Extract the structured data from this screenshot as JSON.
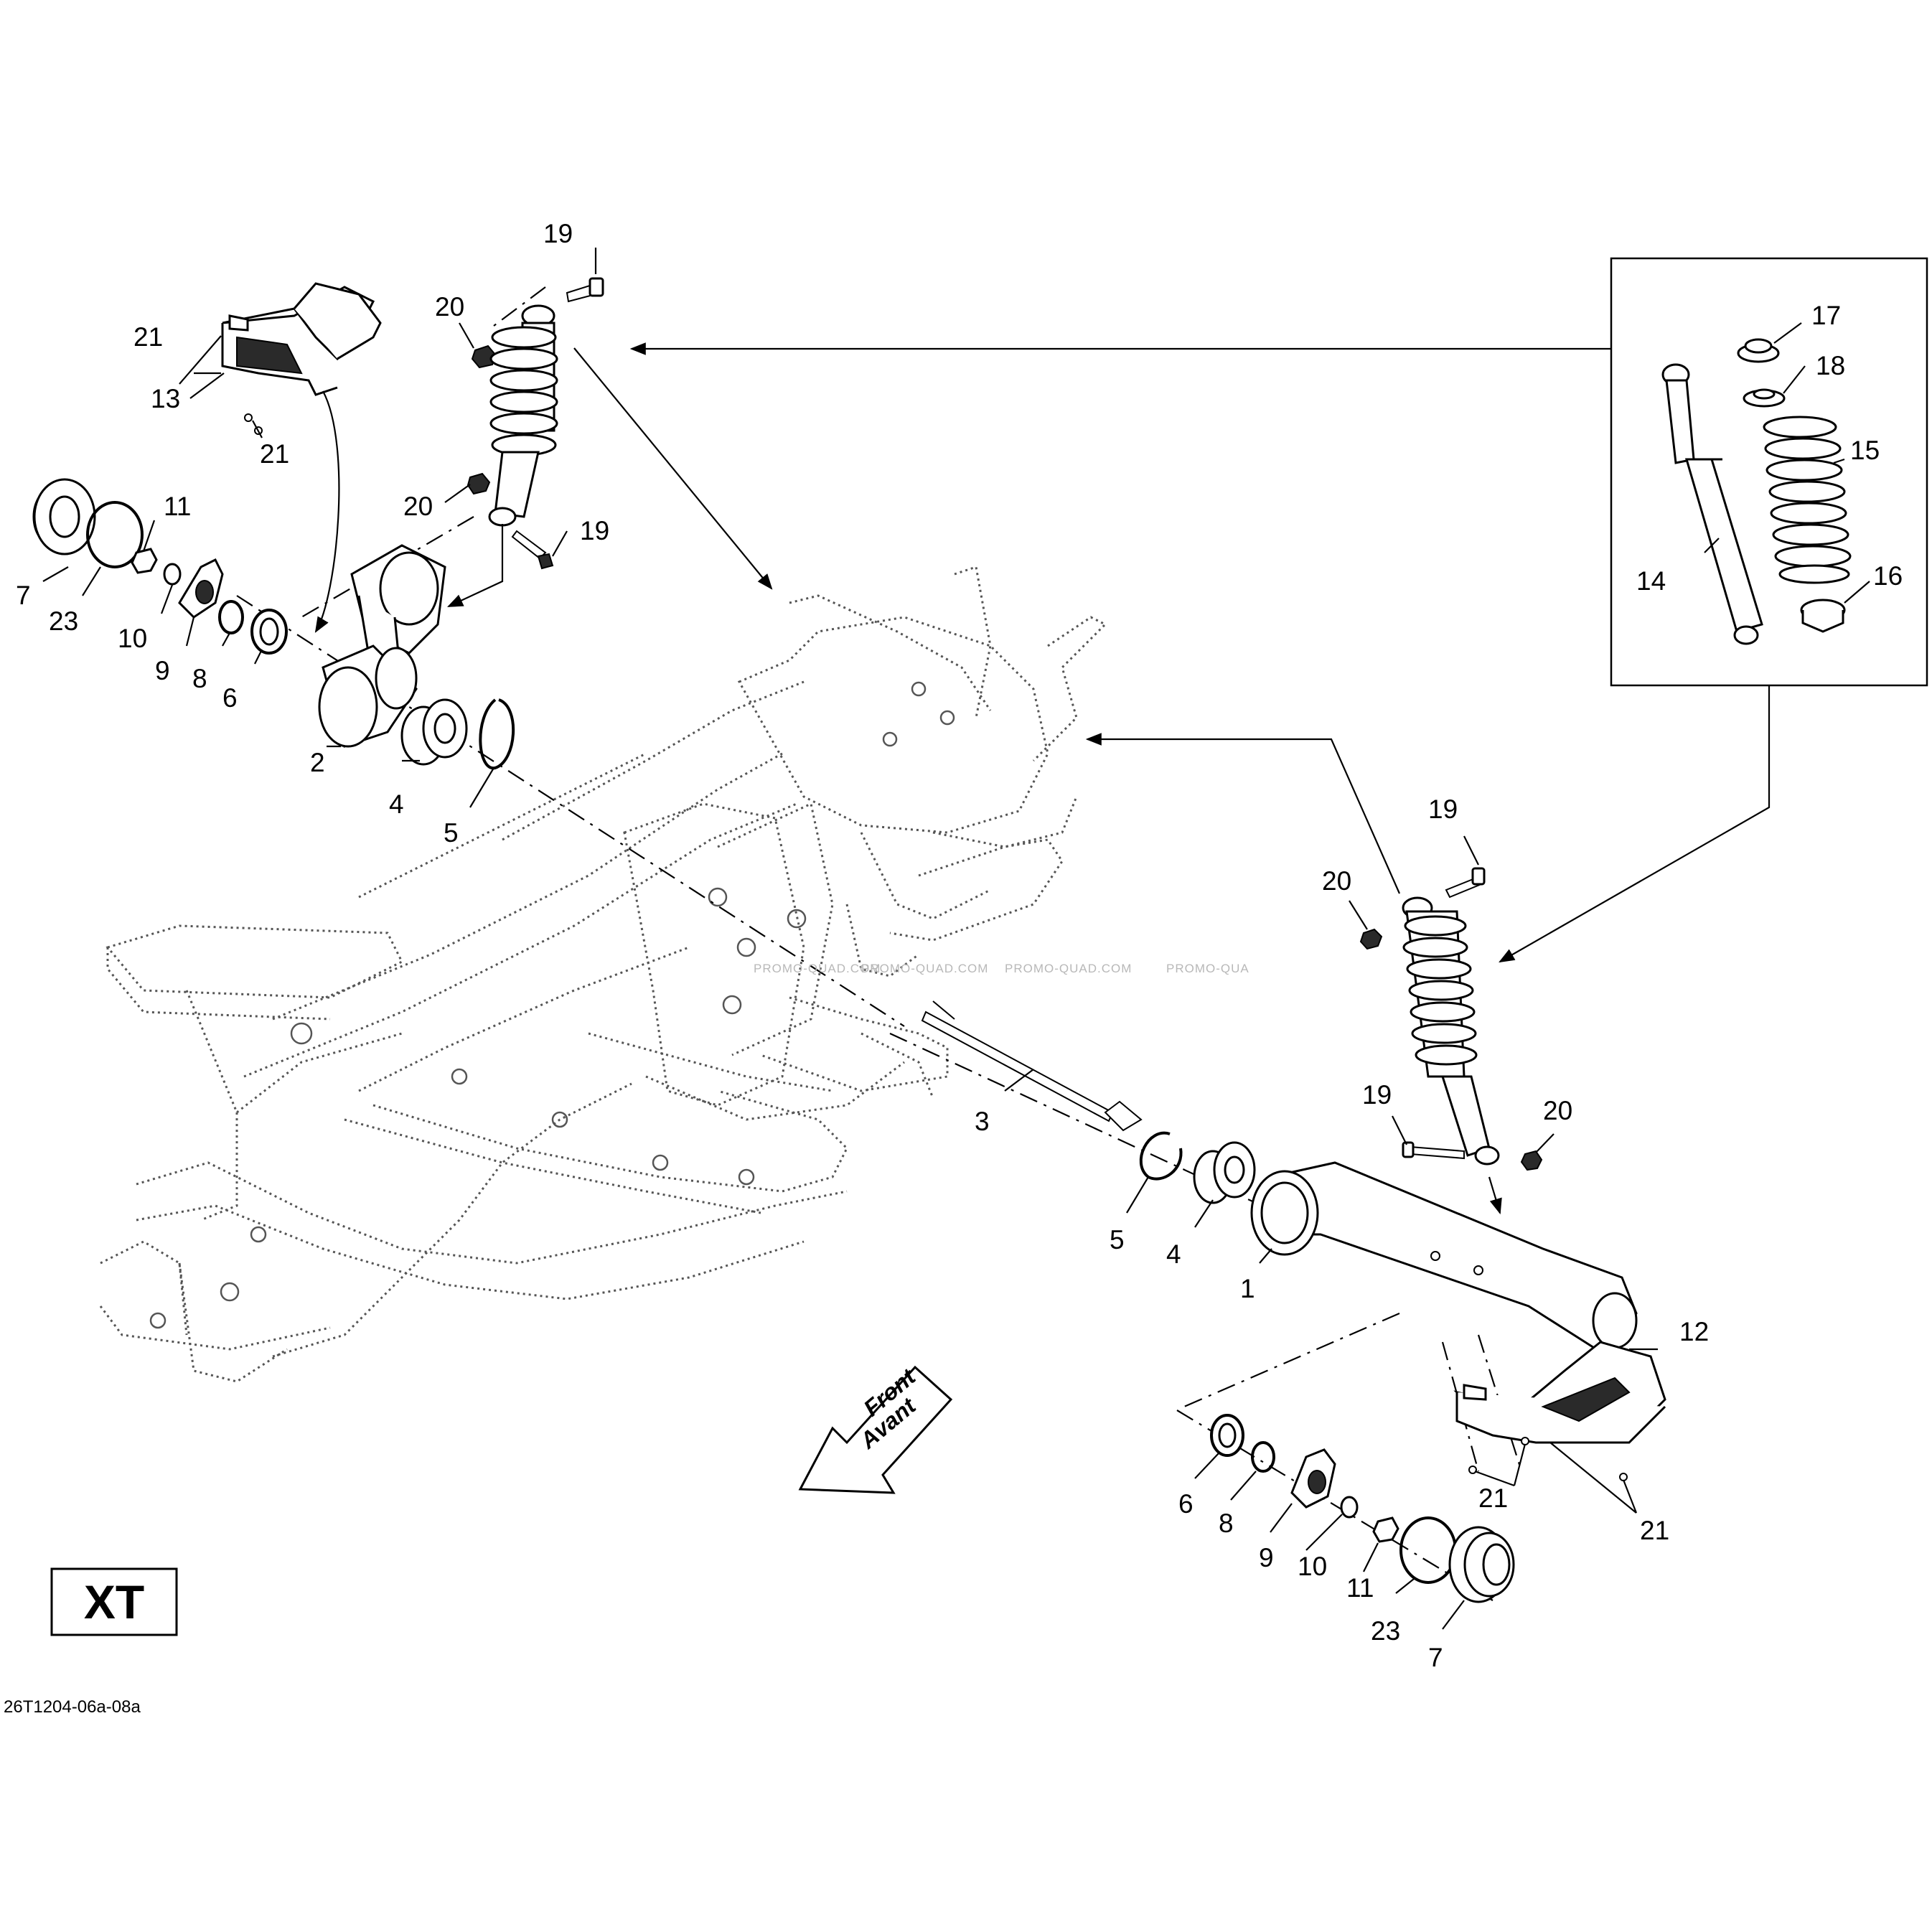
{
  "model_badge": "XT",
  "diagram_ref": "26T1204-06a-08a",
  "direction_arrow": {
    "line1": "Front",
    "line2": "Avant"
  },
  "watermarks": [
    "PROMO-QUAD.COM",
    "PROMO-QUAD.COM",
    "PROMO-QUAD.COM",
    "PROMO-QUA"
  ],
  "callouts": {
    "left_side": {
      "n19_top": "19",
      "n20_top": "20",
      "n21_a": "21",
      "n13": "13",
      "n21_b": "21",
      "n11": "11",
      "n7": "7",
      "n23": "23",
      "n10": "10",
      "n9": "9",
      "n8": "8",
      "n6": "6",
      "n20_mid": "20",
      "n19_mid": "19",
      "n2": "2",
      "n4": "4",
      "n5": "5"
    },
    "inset": {
      "n17": "17",
      "n18": "18",
      "n15": "15",
      "n14": "14",
      "n16": "16"
    },
    "right_side": {
      "n19_a": "19",
      "n20_a": "20",
      "n3": "3",
      "n19_b": "19",
      "n20_b": "20",
      "n5": "5",
      "n4": "4",
      "n1": "1",
      "n12": "12",
      "n6": "6",
      "n8": "8",
      "n9": "9",
      "n10": "10",
      "n11": "11",
      "n23": "23",
      "n7": "7",
      "n21_a": "21",
      "n21_b": "21"
    }
  }
}
